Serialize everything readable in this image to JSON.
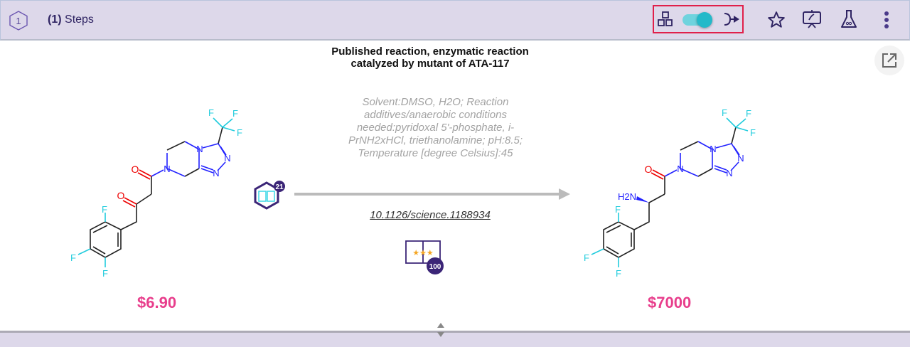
{
  "header": {
    "step_number": "1",
    "title_count": "(1)",
    "title_label": "Steps",
    "view_toggle_on": true
  },
  "reaction": {
    "title": "Published reaction, enzymatic reaction catalyzed by mutant of ATA-117",
    "conditions": "Solvent:DMSO, H2O; Reaction additives/anaerobic conditions needed:pyridoxal 5'-phosphate, i-PrNH2xHCl, triethanolamine; pH:8.5; Temperature [degree Celsius]:45",
    "doi": "10.1126/science.1188934",
    "references_badge": "21",
    "rating_badge": "100",
    "rating_stars": 3
  },
  "reactant": {
    "price": "$6.90"
  },
  "product": {
    "price": "$7000"
  },
  "atoms": {
    "F": "F",
    "O": "O",
    "N": "N",
    "H2N": "H2N"
  },
  "colors": {
    "accent": "#2f2463",
    "price": "#e83e8c",
    "highlight": "#e0204a",
    "toggle": "#24b9c9"
  }
}
